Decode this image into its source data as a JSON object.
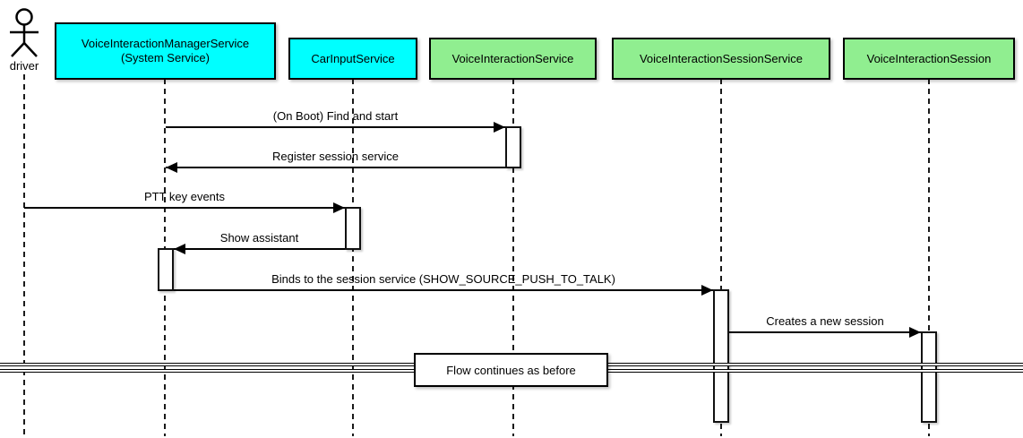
{
  "diagram": {
    "type": "uml-sequence-diagram",
    "actor": {
      "label": "driver"
    },
    "participants": [
      {
        "label": "VoiceInteractionManagerService",
        "sublabel": "(System Service)",
        "fill": "#00ffff"
      },
      {
        "label": "CarInputService",
        "sublabel": "",
        "fill": "#00ffff"
      },
      {
        "label": "VoiceInteractionService",
        "sublabel": "",
        "fill": "#90ee90"
      },
      {
        "label": "VoiceInteractionSessionService",
        "sublabel": "",
        "fill": "#90ee90"
      },
      {
        "label": "VoiceInteractionSession",
        "sublabel": "",
        "fill": "#90ee90"
      }
    ],
    "messages": [
      {
        "label": "(On Boot) Find and start",
        "from": "VoiceInteractionManagerService (System Service)",
        "to": "VoiceInteractionService",
        "direction": "right"
      },
      {
        "label": "Register session service",
        "from": "VoiceInteractionService",
        "to": "VoiceInteractionManagerService (System Service)",
        "direction": "left"
      },
      {
        "label": "PTT key events",
        "from": "driver",
        "to": "CarInputService",
        "direction": "right"
      },
      {
        "label": "Show assistant",
        "from": "CarInputService",
        "to": "VoiceInteractionManagerService (System Service)",
        "direction": "left"
      },
      {
        "label": "Binds to the session service (SHOW_SOURCE_PUSH_TO_TALK)",
        "from": "VoiceInteractionManagerService (System Service)",
        "to": "VoiceInteractionSessionService",
        "direction": "right"
      },
      {
        "label": "Creates a new session",
        "from": "VoiceInteractionSessionService",
        "to": "VoiceInteractionSession",
        "direction": "right"
      }
    ],
    "divider": {
      "label": "Flow continues as before"
    },
    "colors": {
      "participant_cyan": "#00ffff",
      "participant_green": "#90ee90",
      "line": "#000000",
      "background": "#ffffff"
    }
  }
}
